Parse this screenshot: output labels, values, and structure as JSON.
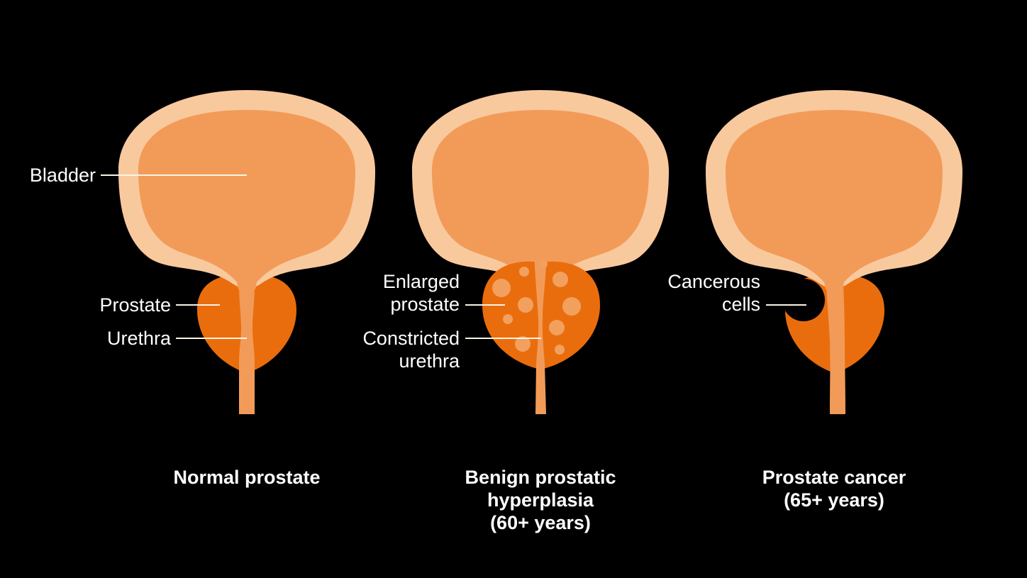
{
  "colors": {
    "background": "#000000",
    "bladder_wall": "#f9c99e",
    "bladder_interior": "#f29b58",
    "prostate": "#ea6d0d",
    "nodule": "#f2a05e",
    "cancer_spot": "#000000",
    "label_text": "#ffffff",
    "pointer_line": "#fbf4e4"
  },
  "panels": [
    {
      "caption_lines": [
        "Normal prostate"
      ],
      "labels": [
        {
          "lines": [
            "Bladder"
          ]
        },
        {
          "lines": [
            "Prostate"
          ]
        },
        {
          "lines": [
            "Urethra"
          ]
        }
      ]
    },
    {
      "caption_lines": [
        "Benign prostatic",
        "hyperplasia",
        "(60+ years)"
      ],
      "labels": [
        {
          "lines": [
            "Enlarged",
            "prostate"
          ]
        },
        {
          "lines": [
            "Constricted",
            "urethra"
          ]
        }
      ]
    },
    {
      "caption_lines": [
        "Prostate cancer",
        "(65+ years)"
      ],
      "labels": [
        {
          "lines": [
            "Cancerous",
            "cells"
          ]
        }
      ]
    }
  ]
}
